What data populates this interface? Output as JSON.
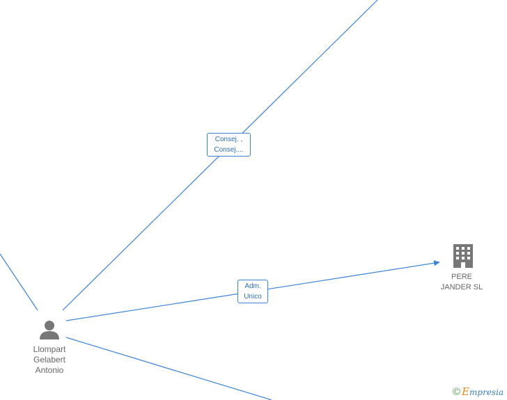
{
  "edges": [
    {
      "id": "to-consej",
      "label_lines": [
        "Consej. ,",
        "Consej...."
      ]
    },
    {
      "id": "to-pere-jander",
      "label_lines": [
        "Adm.",
        "Unico"
      ]
    }
  ],
  "nodes": {
    "person": {
      "lines": [
        "Llompart",
        "Gelabert",
        "Antonio"
      ],
      "icon": "person-icon"
    },
    "company": {
      "lines": [
        "PERE",
        "JANDER SL"
      ],
      "icon": "building-icon"
    }
  },
  "credit": {
    "symbol": "©",
    "brand_initial": "E",
    "brand_rest": "mpresia"
  },
  "colors": {
    "edge": "#3b82d6",
    "node_icon": "#777777",
    "label_text": "#666666"
  }
}
